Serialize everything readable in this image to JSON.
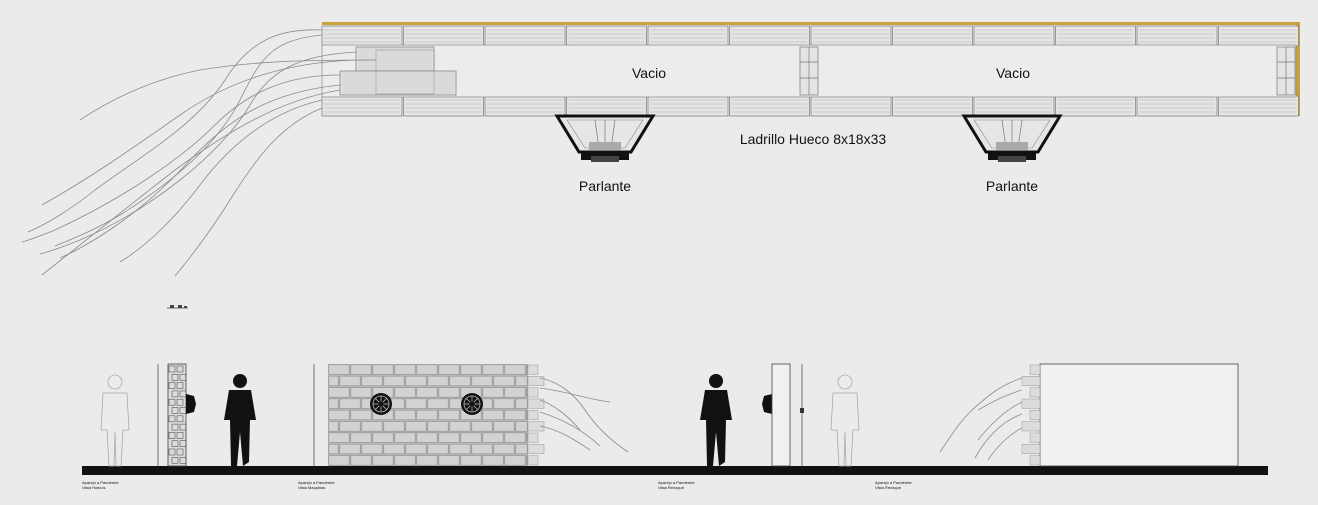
{
  "plan": {
    "label_void_1": "Vacio",
    "label_void_2": "Vacio",
    "label_brick": "Ladrillo Hueco 8x18x33",
    "label_speaker_1": "Parlante",
    "label_speaker_2": "Parlante"
  },
  "elevations": {
    "captions": [
      {
        "line1": "Aparejo a Panderete",
        "line2": "Vista Huecos"
      },
      {
        "line1": "Aparejo a Panderete",
        "line2": "Vista Maquinas"
      },
      {
        "line1": "Aparejo a Panderete",
        "line2": "Vista Revoque"
      },
      {
        "line1": "Aparejo a Panderete",
        "line2": "Vista Revoque"
      }
    ]
  },
  "colors": {
    "background": "#ebebeb",
    "line": "#555555",
    "brick_fill": "#c9c9c9",
    "wood_edge": "#c8a23c",
    "ground": "#111111",
    "silhouette": "#111111"
  }
}
